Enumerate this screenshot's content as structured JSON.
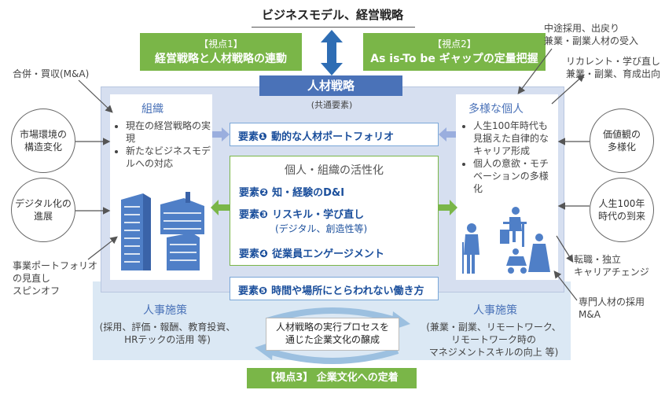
{
  "top_title": "ビジネスモデル、経営戦略",
  "viewpoint1": {
    "tag": "【視点1】",
    "text": "経営戦略と人材戦略の連動"
  },
  "viewpoint2": {
    "tag": "【視点2】",
    "text": "As is-To be ギャップの定量把握"
  },
  "hr_strategy": "人材戦略",
  "common_elements": "(共通要素)",
  "organization": {
    "title": "組織",
    "items": [
      "現在の経営戦略の実現",
      "新たなビジネスモデルへの対応"
    ]
  },
  "diverse_individuals": {
    "title": "多様な個人",
    "items": [
      "人生100年時代も見据えた自律的なキャリア形成",
      "個人の意欲・モチベーションの多様化"
    ]
  },
  "element1": {
    "tag": "要素❶",
    "text": "動的な人材ポートフォリオ"
  },
  "activation_title": "個人・組織の活性化",
  "element2": {
    "tag": "要素❷",
    "text": "知・経験のD&I"
  },
  "element3": {
    "tag": "要素❸",
    "text": "リスキル・学び直し",
    "sub": "(デジタル、創造性等)"
  },
  "element4": {
    "tag": "要素❹",
    "text": "従業員エンゲージメント"
  },
  "element5": {
    "tag": "要素❺",
    "text": "時間や場所にとらわれない働き方"
  },
  "hr_measures_left": {
    "title": "人事施策",
    "line1": "(採用、評価・報酬、教育投資、",
    "line2": "HRテックの活用 等)"
  },
  "hr_measures_right": {
    "title": "人事施策",
    "line1": "(兼業・副業、リモートワーク、",
    "line2": "リモートワーク時の",
    "line3": "マネジメントスキルの向上 等)"
  },
  "cycle": {
    "line1": "人材戦略の実行プロセスを",
    "line2": "通じた企業文化の醸成"
  },
  "viewpoint3": {
    "tag": "【視点3】",
    "text": "企業文化への定着"
  },
  "left_labels": {
    "ma": "合併・買収(M&A)",
    "market": [
      "市場環境の",
      "構造変化"
    ],
    "digital": [
      "デジタル化の",
      "進展"
    ],
    "portfolio": [
      "事業ポートフォリオ",
      "の見直し",
      "スピンオフ"
    ]
  },
  "right_labels": {
    "mid_career": [
      "中途採用、出戻り",
      "兼業・副業人材の受入"
    ],
    "recurrent": [
      "リカレント・学び直し",
      "兼業・副業、育成出向"
    ],
    "values": [
      "価値観の",
      "多様化"
    ],
    "life100": [
      "人生100年",
      "時代の到来"
    ],
    "career_change": [
      "転職・独立",
      "キャリアチェンジ"
    ],
    "specialist": [
      "専門人材の採用",
      "M&A"
    ]
  },
  "colors": {
    "green": "#7ab648",
    "blue_dark": "#1b4f9c",
    "blue_panel": "#d6dff0",
    "blue_header": "#4a72b8",
    "light_blue": "#dbe8f4",
    "icon_blue": "#4f7fc7"
  }
}
